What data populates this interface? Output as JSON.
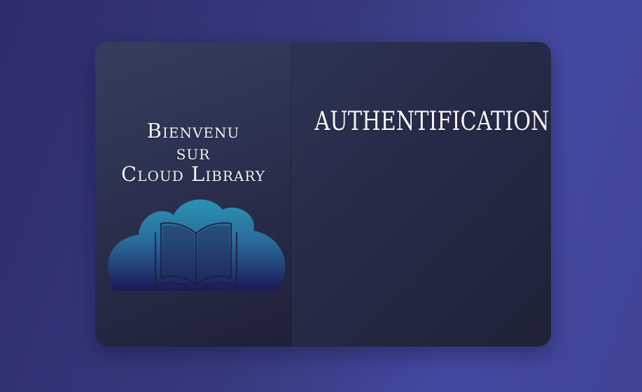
{
  "welcome": {
    "line1": "Bienvenu",
    "line2": "sur",
    "line3": "Cloud Library"
  },
  "auth": {
    "title": "AUTHENTIFICATION"
  },
  "logo": {
    "icon": "cloud-book-icon",
    "colors": {
      "top": "#2a90b0",
      "bottom": "#1e1a5a"
    }
  }
}
